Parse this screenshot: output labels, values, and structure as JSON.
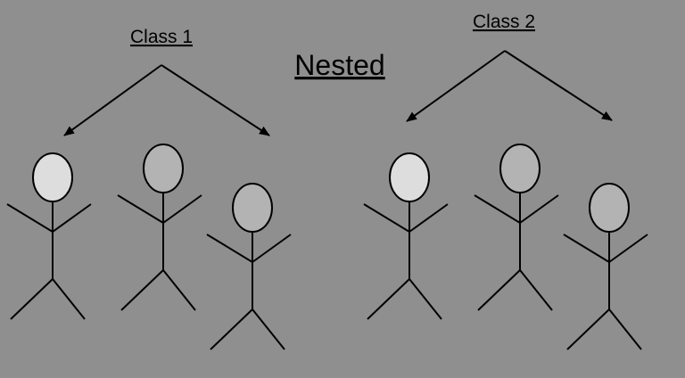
{
  "title": "Nested",
  "colors": {
    "background": "#8f8f8f",
    "head_light": "#dddddd",
    "head_dark": "#b3b3b3",
    "stroke": "#000000"
  },
  "classes": [
    {
      "label": "Class 1",
      "members": [
        {
          "head_color": "#dddddd"
        },
        {
          "head_color": "#b3b3b3"
        },
        {
          "head_color": "#b3b3b3"
        }
      ]
    },
    {
      "label": "Class 2",
      "members": [
        {
          "head_color": "#dddddd"
        },
        {
          "head_color": "#b3b3b3"
        },
        {
          "head_color": "#b3b3b3"
        }
      ]
    }
  ]
}
